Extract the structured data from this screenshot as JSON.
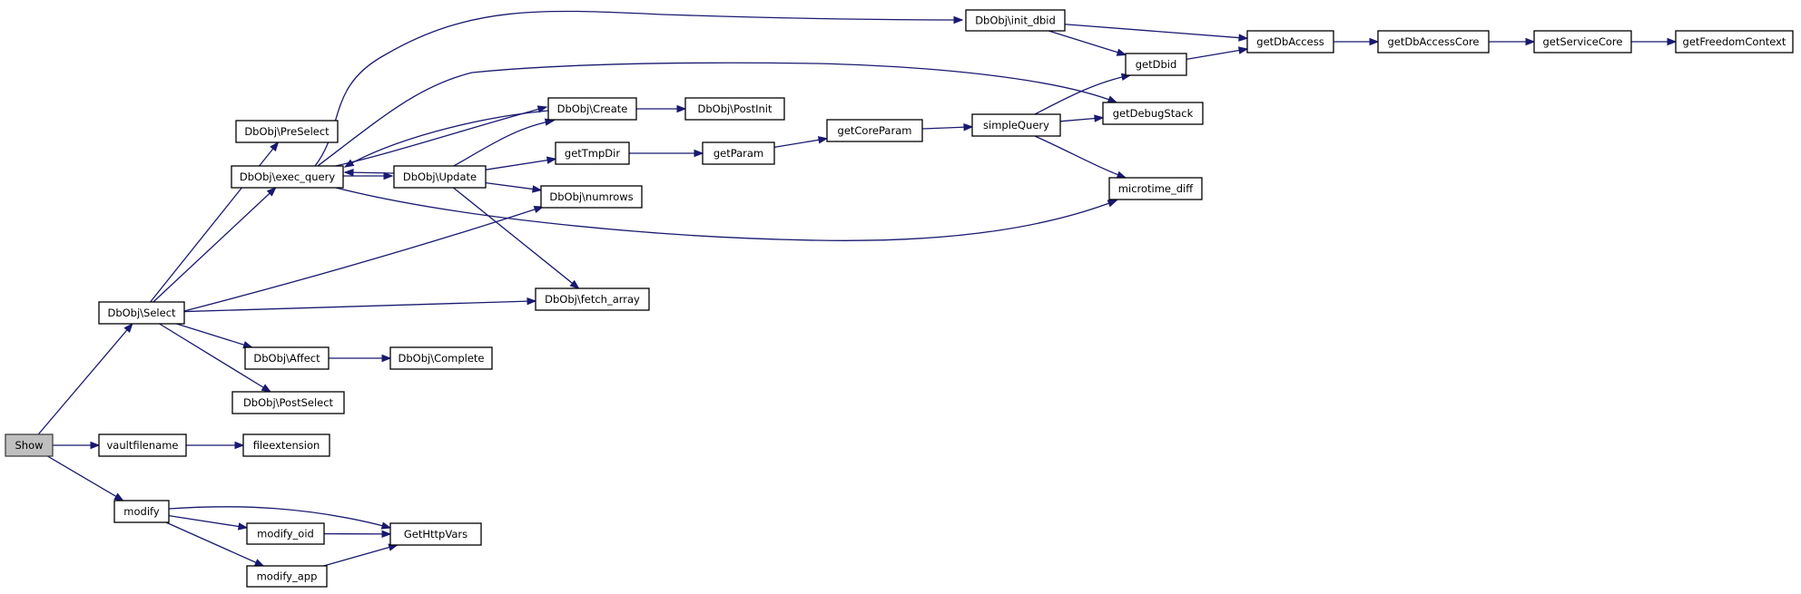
{
  "graph": {
    "root": "show",
    "colors": {
      "edge": "#191970",
      "node_border": "#000000",
      "root_fill": "#bfbfbf",
      "node_fill": "#ffffff"
    },
    "nodes": [
      {
        "id": "show",
        "label": "Show"
      },
      {
        "id": "vaultfilename",
        "label": "vaultfilename"
      },
      {
        "id": "fileextension",
        "label": "fileextension"
      },
      {
        "id": "modify",
        "label": "modify"
      },
      {
        "id": "modify_oid",
        "label": "modify_oid"
      },
      {
        "id": "modify_app",
        "label": "modify_app"
      },
      {
        "id": "gethttpvars",
        "label": "GetHttpVars"
      },
      {
        "id": "select",
        "label": "DbObj\\Select"
      },
      {
        "id": "preselect",
        "label": "DbObj\\PreSelect"
      },
      {
        "id": "exec_query",
        "label": "DbObj\\exec_query"
      },
      {
        "id": "update",
        "label": "DbObj\\Update"
      },
      {
        "id": "create",
        "label": "DbObj\\Create"
      },
      {
        "id": "postinit",
        "label": "DbObj\\PostInit"
      },
      {
        "id": "gettmpdir",
        "label": "getTmpDir"
      },
      {
        "id": "getparam",
        "label": "getParam"
      },
      {
        "id": "getcoreparam",
        "label": "getCoreParam"
      },
      {
        "id": "simplequery",
        "label": "simpleQuery"
      },
      {
        "id": "numrows",
        "label": "DbObj\\numrows"
      },
      {
        "id": "fetch_array",
        "label": "DbObj\\fetch_array"
      },
      {
        "id": "affect",
        "label": "DbObj\\Affect"
      },
      {
        "id": "complete",
        "label": "DbObj\\Complete"
      },
      {
        "id": "postselect",
        "label": "DbObj\\PostSelect"
      },
      {
        "id": "init_dbid",
        "label": "DbObj\\init_dbid"
      },
      {
        "id": "getdbid",
        "label": "getDbid"
      },
      {
        "id": "getdbaccess",
        "label": "getDbAccess"
      },
      {
        "id": "getdbaccesscore",
        "label": "getDbAccessCore"
      },
      {
        "id": "getservicecore",
        "label": "getServiceCore"
      },
      {
        "id": "getfreedomcontext",
        "label": "getFreedomContext"
      },
      {
        "id": "getdebugstack",
        "label": "getDebugStack"
      },
      {
        "id": "microtime_diff",
        "label": "microtime_diff"
      }
    ],
    "edges": [
      [
        "show",
        "select"
      ],
      [
        "show",
        "vaultfilename"
      ],
      [
        "show",
        "modify"
      ],
      [
        "vaultfilename",
        "fileextension"
      ],
      [
        "modify",
        "gethttpvars"
      ],
      [
        "modify",
        "modify_oid"
      ],
      [
        "modify",
        "modify_app"
      ],
      [
        "modify_oid",
        "gethttpvars"
      ],
      [
        "modify_app",
        "gethttpvars"
      ],
      [
        "select",
        "preselect"
      ],
      [
        "select",
        "exec_query"
      ],
      [
        "select",
        "numrows"
      ],
      [
        "select",
        "fetch_array"
      ],
      [
        "select",
        "affect"
      ],
      [
        "select",
        "postselect"
      ],
      [
        "affect",
        "complete"
      ],
      [
        "exec_query",
        "init_dbid"
      ],
      [
        "exec_query",
        "getdebugstack"
      ],
      [
        "exec_query",
        "create"
      ],
      [
        "exec_query",
        "update"
      ],
      [
        "exec_query",
        "microtime_diff"
      ],
      [
        "update",
        "exec_query"
      ],
      [
        "update",
        "create"
      ],
      [
        "update",
        "gettmpdir"
      ],
      [
        "update",
        "numrows"
      ],
      [
        "update",
        "fetch_array"
      ],
      [
        "create",
        "exec_query"
      ],
      [
        "create",
        "postinit"
      ],
      [
        "gettmpdir",
        "getparam"
      ],
      [
        "getparam",
        "getcoreparam"
      ],
      [
        "getcoreparam",
        "simplequery"
      ],
      [
        "simplequery",
        "getdbid"
      ],
      [
        "simplequery",
        "getdebugstack"
      ],
      [
        "simplequery",
        "microtime_diff"
      ],
      [
        "init_dbid",
        "getdbaccess"
      ],
      [
        "init_dbid",
        "getdbid"
      ],
      [
        "getdbid",
        "getdbaccess"
      ],
      [
        "getdbaccess",
        "getdbaccesscore"
      ],
      [
        "getdbaccesscore",
        "getservicecore"
      ],
      [
        "getservicecore",
        "getfreedomcontext"
      ]
    ]
  }
}
